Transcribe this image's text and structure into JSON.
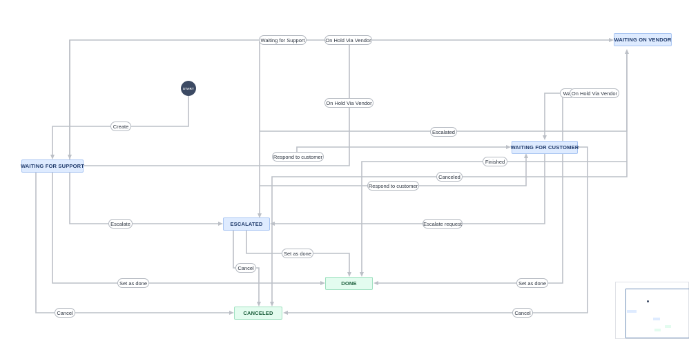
{
  "start": {
    "label": "START"
  },
  "statuses": {
    "waiting_for_support": "WAITING FOR SUPPORT",
    "waiting_on_vendor": "WAITING ON VENDOR",
    "waiting_for_customer": "WAITING FOR CUSTOMER",
    "escalated": "ESCALATED",
    "done": "DONE",
    "canceled": "CANCELED"
  },
  "transitions": {
    "waiting_for_support_top": "Waiting for Support",
    "on_hold_top": "On Hold Via Vendor",
    "on_hold_middle": "On Hold Via Vendor",
    "create": "Create",
    "escalated": "Escalated",
    "wai_partial": "Wai",
    "on_hold_right": "On Hold Via Vendor",
    "respond_top": "Respond to customer",
    "finished": "Finished",
    "canceled_mid": "Canceled",
    "respond_bottom": "Respond to customer",
    "escalate": "Escalate",
    "escalate_request": "Escalate request",
    "set_as_done_mid": "Set as done",
    "cancel_mid": "Cancel",
    "set_as_done_left": "Set as done",
    "set_as_done_right": "Set as done",
    "cancel_left": "Cancel",
    "cancel_right": "Cancel"
  },
  "colors": {
    "status_blue_fill": "#deebff",
    "status_green_fill": "#e3fcef",
    "edge": "#bcc0c7",
    "start_fill": "#3c4a63"
  }
}
